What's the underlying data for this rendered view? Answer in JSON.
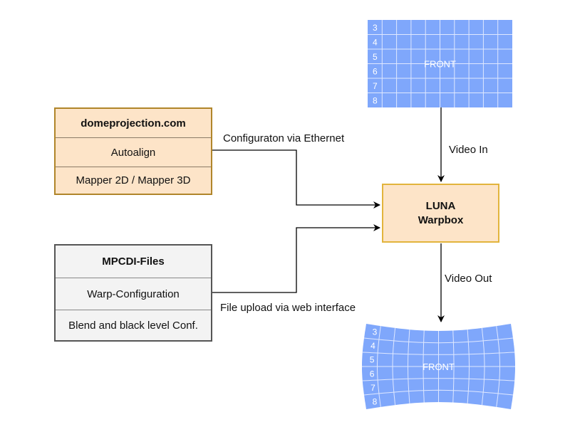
{
  "diagram": {
    "boxes": {
      "dome": {
        "title": "domeprojection.com",
        "rows": [
          "Autoalign",
          "Mapper 2D / Mapper 3D"
        ]
      },
      "mpcdi": {
        "title": "MPCDI-Files",
        "rows": [
          "Warp-Configuration",
          "Blend and black level Conf."
        ]
      },
      "luna": {
        "line1": "LUNA",
        "line2": "Warpbox"
      }
    },
    "edge_labels": {
      "ethernet": "Configuraton via Ethernet",
      "upload": "File upload via web interface",
      "video_in": "Video In",
      "video_out": "Video Out"
    },
    "screens": {
      "input": {
        "label": "FRONT",
        "row_numbers": [
          "3",
          "4",
          "5",
          "6",
          "7",
          "8"
        ],
        "columns": 10
      },
      "output": {
        "label": "FRONT",
        "row_numbers": [
          "3",
          "4",
          "5",
          "6",
          "7",
          "8"
        ],
        "columns": 10
      }
    },
    "colors": {
      "screen_fill": "#7fa7fb",
      "box_orange": "#fde4c8",
      "box_gray": "#f3f3f3",
      "luna_border": "#e2b43c"
    }
  }
}
